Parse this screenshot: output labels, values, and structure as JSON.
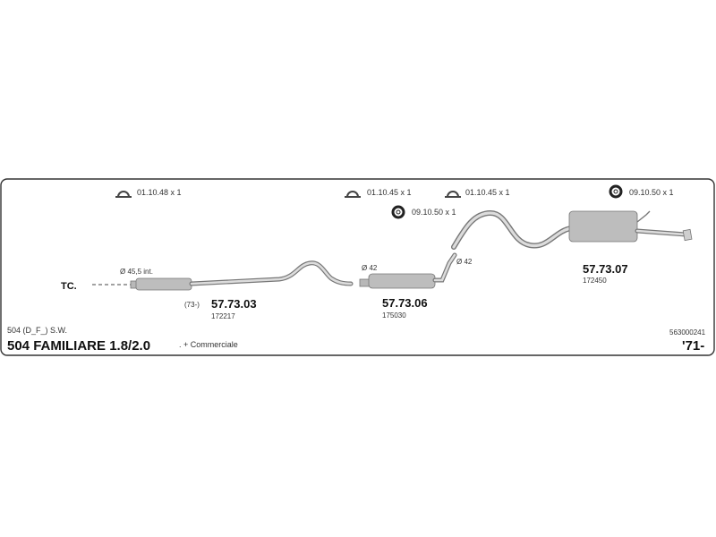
{
  "clamps": [
    {
      "label": "01.10.48 x 1",
      "icon": "u-bolt-clamp-icon"
    },
    {
      "label": "01.10.45 x 1",
      "icon": "u-bolt-clamp-icon"
    },
    {
      "label": "01.10.45 x 1",
      "icon": "u-bolt-clamp-icon"
    }
  ],
  "rings": [
    {
      "label": "09.10.50 x 1",
      "icon": "rubber-ring-icon"
    },
    {
      "label": "09.10.50 x 1",
      "icon": "rubber-ring-icon"
    }
  ],
  "diameters": {
    "front": "Ø 45,5 int.",
    "middle": "Ø 42",
    "rear": "Ø 42"
  },
  "tc_label": "TC.",
  "parts": [
    {
      "prefix": "(73-)",
      "number": "57.73.03",
      "code": "172217"
    },
    {
      "number": "57.73.06",
      "code": "175030"
    },
    {
      "number": "57.73.07",
      "code": "172450"
    }
  ],
  "model_sub": "504 (D_F_) S.W.",
  "model_title": "504 FAMILIARE 1.8/2.0",
  "commercial": ". + Commerciale",
  "catalog_code": "563000241",
  "year": "'71-"
}
